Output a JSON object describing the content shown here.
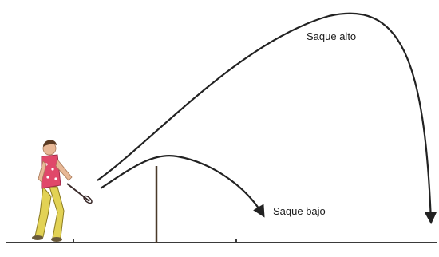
{
  "labels": {
    "high_serve": "Saque alto",
    "low_serve": "Saque bajo"
  },
  "colors": {
    "ground": "#3a3a3a",
    "trajectory": "#222222",
    "net_post": "#4a3a2a",
    "player_shirt": "#e0486a",
    "player_pants": "#e2d255",
    "player_skin": "#e8b896",
    "player_hair": "#5a3a22"
  },
  "icons": {
    "player": "badminton-player-figure",
    "net": "net-post",
    "arrow": "arrowhead"
  }
}
